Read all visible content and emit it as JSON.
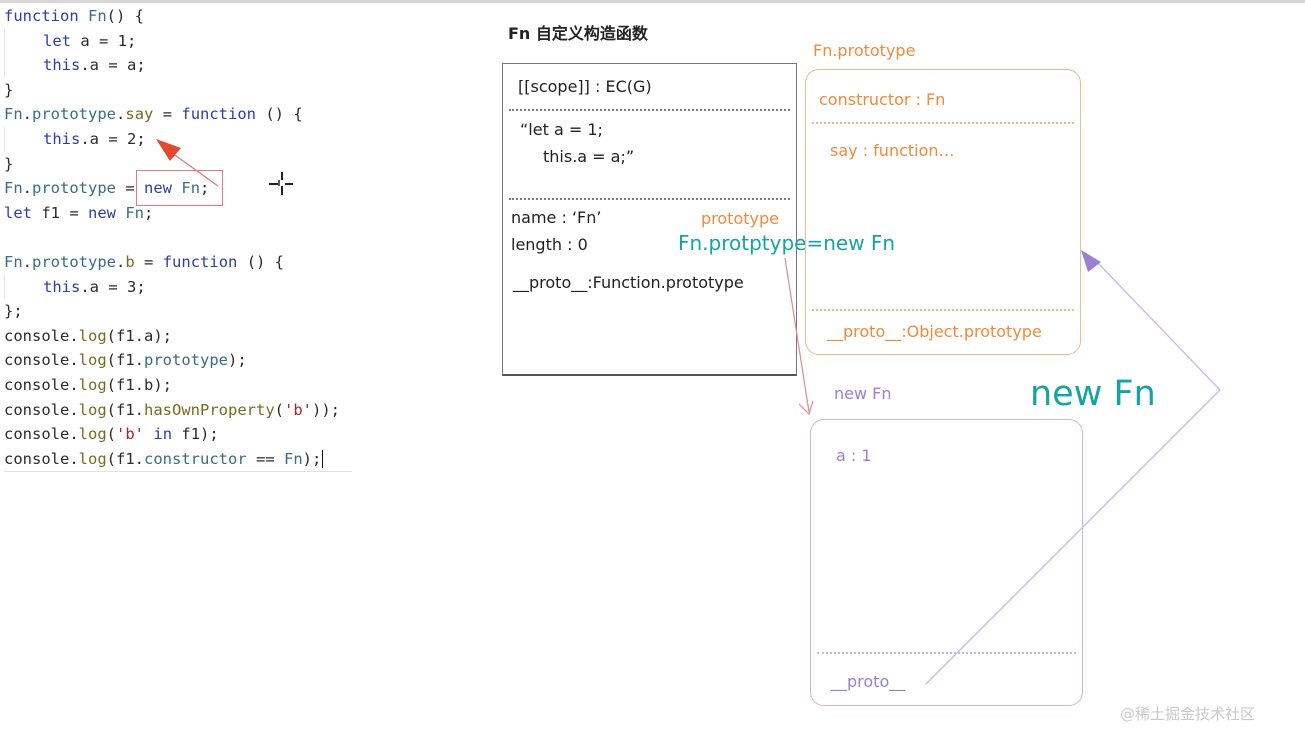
{
  "code": {
    "l1": {
      "a": "function",
      "b": " ",
      "c": "Fn",
      "d": "() {"
    },
    "l2": {
      "a": "let",
      "b": " a = 1;"
    },
    "l3": {
      "a": "this",
      "b": ".a = a;"
    },
    "l4": {
      "a": "}"
    },
    "l5": {
      "a": "Fn",
      "b": ".",
      "c": "prototype",
      "d": ".",
      "e": "say",
      "f": " = ",
      "g": "function",
      "h": " () {"
    },
    "l6": {
      "a": "this",
      "b": ".a = 2;"
    },
    "l7": {
      "a": "}"
    },
    "l8": {
      "a": "Fn",
      "b": ".",
      "c": "prototype",
      "d": " = ",
      "e": "new",
      "f": " ",
      "g": "Fn",
      "h": ";"
    },
    "l9": {
      "a": "let",
      "b": " f1 = ",
      "c": "new",
      "d": " ",
      "e": "Fn",
      "f": ";"
    },
    "l11": {
      "a": "Fn",
      "b": ".",
      "c": "prototype",
      "d": ".",
      "e": "b",
      "f": " = ",
      "g": "function",
      "h": " () {"
    },
    "l12": {
      "a": "this",
      "b": ".a = 3;"
    },
    "l13": {
      "a": "};"
    },
    "l14": {
      "a": "console",
      "b": ".",
      "c": "log",
      "d": "(f1.a);"
    },
    "l15": {
      "a": "console",
      "b": ".",
      "c": "log",
      "d": "(f1.",
      "e": "prototype",
      "f": ");"
    },
    "l16": {
      "a": "console",
      "b": ".",
      "c": "log",
      "d": "(f1.b);"
    },
    "l17": {
      "a": "console",
      "b": ".",
      "c": "log",
      "d": "(f1.",
      "e": "hasOwnProperty",
      "f": "(",
      "g": "'b'",
      "h": "));"
    },
    "l18": {
      "a": "console",
      "b": ".",
      "c": "log",
      "d": "(",
      "e": "'b'",
      "f": " ",
      "g": "in",
      "h": " f1);"
    },
    "l19": {
      "a": "console",
      "b": ".",
      "c": "log",
      "d": "(f1.",
      "e": "constructor",
      "f": " == ",
      "g": "Fn",
      "h": ");"
    }
  },
  "diagram": {
    "title": "Fn 自定义构造函数",
    "fn_box": {
      "scope": "[[scope]] : EC(G)",
      "body_line1": "“let a = 1;",
      "body_line2": "this.a = a;”",
      "name": "name : ‘Fn’",
      "length": "length : 0",
      "proto": "__proto__:Function.prototype"
    },
    "prototype_label": "prototype",
    "assign_label": "Fn.protptype=new Fn",
    "proto_box": {
      "title": "Fn.prototype",
      "constructor": "constructor : Fn",
      "say": "say : function…",
      "proto": "__proto__:Object.prototype"
    },
    "new_box": {
      "title": "new Fn",
      "a": "a : 1",
      "proto": "__proto__"
    },
    "big_label": "new Fn"
  },
  "watermark": "@稀土掘金技术社区",
  "colors": {
    "orange": "#f08a3c",
    "purple": "#9b7fd0",
    "teal": "#17a3a3",
    "red_arrow": "#e24a2c"
  }
}
